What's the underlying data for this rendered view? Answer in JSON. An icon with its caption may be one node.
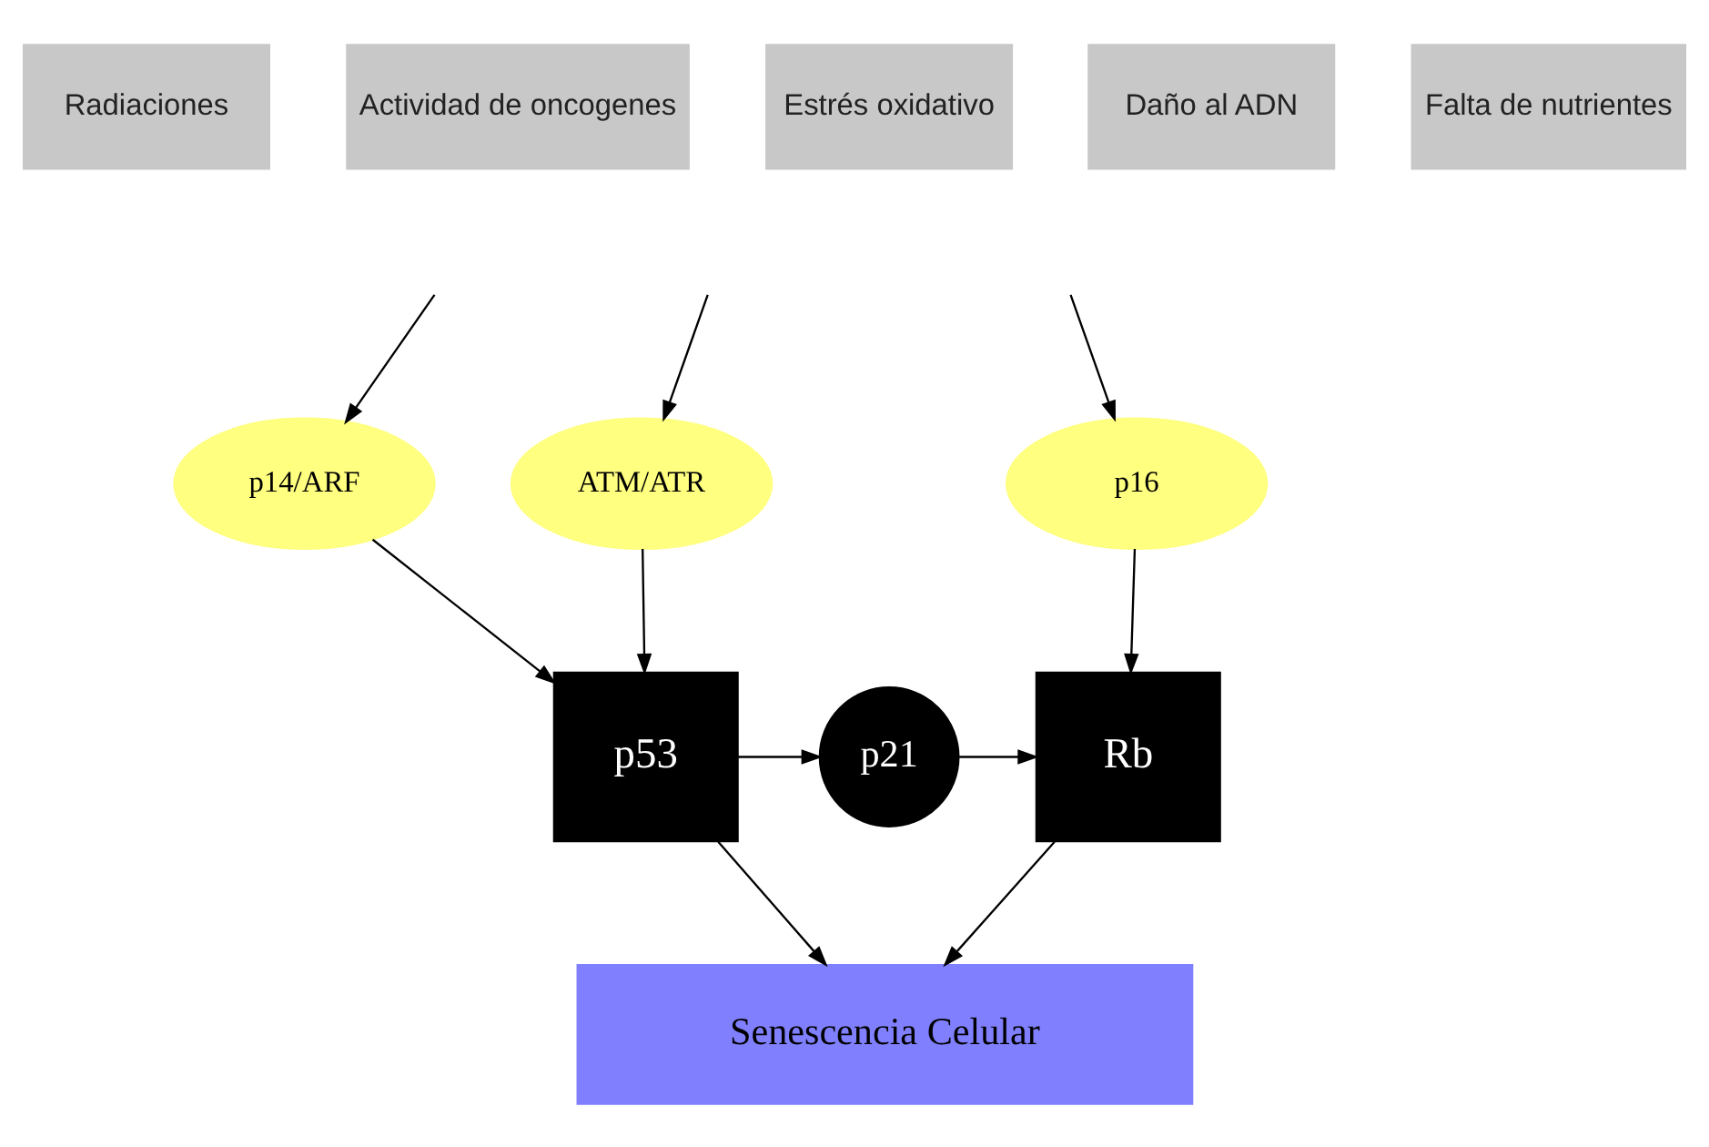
{
  "diagram": {
    "nodes": [
      {
        "text": [
          "Radiaciones"
        ]
      },
      {
        "text": [
          "Actividad de oncogenes"
        ]
      },
      {
        "text": [
          "Estrés oxidativo"
        ]
      },
      {
        "text": [
          "Daño al ADN"
        ]
      },
      {
        "text": [
          "Falta de nutrientes"
        ]
      },
      {
        "text": [
          "ATM/ATR"
        ]
      },
      {
        "text": [
          "p14/ARF"
        ]
      },
      {
        "text": [
          "p16"
        ]
      },
      {
        "text": [
          "p53"
        ]
      },
      {
        "text": [
          "p21"
        ]
      },
      {
        "text": [
          "Rb"
        ]
      },
      {
        "text": [
          "Senescencia Celular"
        ]
      }
    ],
    "edges": [
      {
        "from": null,
        "to": 5,
        "arrow": "to"
      },
      {
        "from": null,
        "to": 6,
        "arrow": "to"
      },
      {
        "from": null,
        "to": 7,
        "arrow": "to"
      },
      {
        "from": 5,
        "to": 8,
        "arrow": "to"
      },
      {
        "from": 6,
        "to": 8,
        "arrow": "to"
      },
      {
        "from": 7,
        "to": 10,
        "arrow": "to"
      },
      {
        "from": 8,
        "to": 9,
        "arrow": "to"
      },
      {
        "from": 9,
        "to": 10,
        "arrow": "to"
      },
      {
        "from": 8,
        "to": 11,
        "arrow": "to"
      },
      {
        "from": 10,
        "to": 11,
        "arrow": "to"
      }
    ]
  }
}
